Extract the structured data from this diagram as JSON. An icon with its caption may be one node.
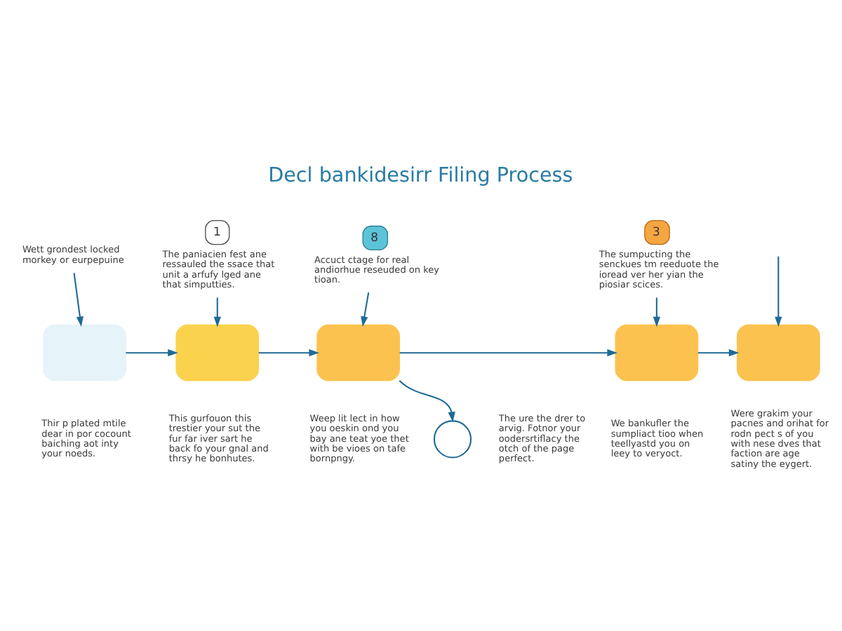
{
  "diagram": {
    "title": "Decl bankidesirr Filing Process",
    "nodes": [
      {
        "text": [
          "Wett grondest locked morkey or eurpepuine"
        ]
      },
      {
        "text": [
          "1",
          "The paniacien fest ane ressauled the ssace that unit a arfufy lged ane that simputties."
        ]
      },
      {
        "text": [
          "8",
          "Accuct ctage for real andiorhue reseuded on key tioan."
        ]
      },
      {
        "text": [
          "3",
          "The sumpucting the senckues tm reeduote the ioread ver her yian the piosiar scices."
        ]
      },
      {
        "text": [],
        "shape": "box",
        "beside": [
          "Thir p plated mtile dear in por cocount baiching aot inty your noeds."
        ]
      },
      {
        "text": [],
        "shape": "box",
        "beside": [
          "This gurfouon this trestier your sut the fur far iver sart he back fo your gnal and thrsy he bonhutes."
        ]
      },
      {
        "text": [],
        "shape": "box",
        "beside": [
          "Weep lit lect in how you oeskin ond you bay ane teat yoe thet with be vioes on tafe bornpngy."
        ]
      },
      {
        "text": [],
        "shape": "box",
        "beside": [
          "We bankufler the sumpliact tioo when teellyastd you on leey to veryoct."
        ]
      },
      {
        "text": [],
        "shape": "box",
        "beside": [
          "Were grakim your pacnes and orihat for rodn pect s of you with nese dves that faction are age satiny the eygert."
        ]
      },
      {
        "text": [],
        "shape": "circle",
        "beside": [
          "The ure the drer to arvig. Fotnor your oodersrtiflacy the otch of the page perfect."
        ]
      }
    ],
    "edges": [
      {
        "from": 0,
        "to": 4,
        "arrow": "to"
      },
      {
        "from": 1,
        "to": 5,
        "arrow": "to"
      },
      {
        "from": 2,
        "to": 6,
        "arrow": "to"
      },
      {
        "from": 3,
        "to": 7,
        "arrow": "to"
      },
      {
        "from": null,
        "to": 8,
        "arrow": "to"
      },
      {
        "from": 4,
        "to": 5,
        "arrow": "to"
      },
      {
        "from": 5,
        "to": 6,
        "arrow": "to"
      },
      {
        "from": 6,
        "to": 7,
        "arrow": "to"
      },
      {
        "from": 7,
        "to": 8,
        "arrow": "to"
      },
      {
        "from": 6,
        "to": 9,
        "arrow": "to"
      }
    ]
  }
}
